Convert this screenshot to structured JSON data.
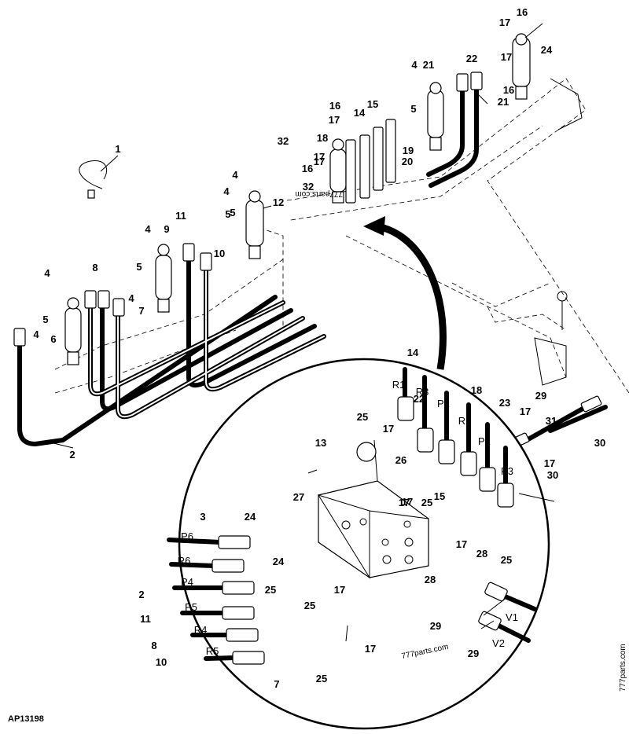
{
  "figure_ref": "AP13198",
  "watermarks": [
    "777parts.com",
    "777parts.com",
    "777parts.com"
  ],
  "port_labels": [
    "R1",
    "R3",
    "P2",
    "R2",
    "P1",
    "P3",
    "P6",
    "R6",
    "P4",
    "P5",
    "R4",
    "R5",
    "V1",
    "V2"
  ],
  "callouts": [
    "1",
    "2",
    "2",
    "3",
    "4",
    "4",
    "4",
    "4",
    "4",
    "4",
    "4",
    "5",
    "5",
    "5",
    "5",
    "5",
    "6",
    "7",
    "7",
    "8",
    "8",
    "9",
    "10",
    "10",
    "11",
    "11",
    "12",
    "13",
    "14",
    "14",
    "15",
    "15",
    "16",
    "16",
    "16",
    "16",
    "17",
    "17",
    "17",
    "17",
    "17",
    "17",
    "17",
    "17",
    "17",
    "17",
    "17",
    "17",
    "17",
    "18",
    "18",
    "19",
    "20",
    "21",
    "21",
    "22",
    "22",
    "23",
    "24",
    "24",
    "24",
    "25",
    "25",
    "25",
    "25",
    "25",
    "25",
    "26",
    "27",
    "28",
    "28",
    "29",
    "29",
    "29",
    "30",
    "30",
    "31",
    "32",
    "32"
  ]
}
